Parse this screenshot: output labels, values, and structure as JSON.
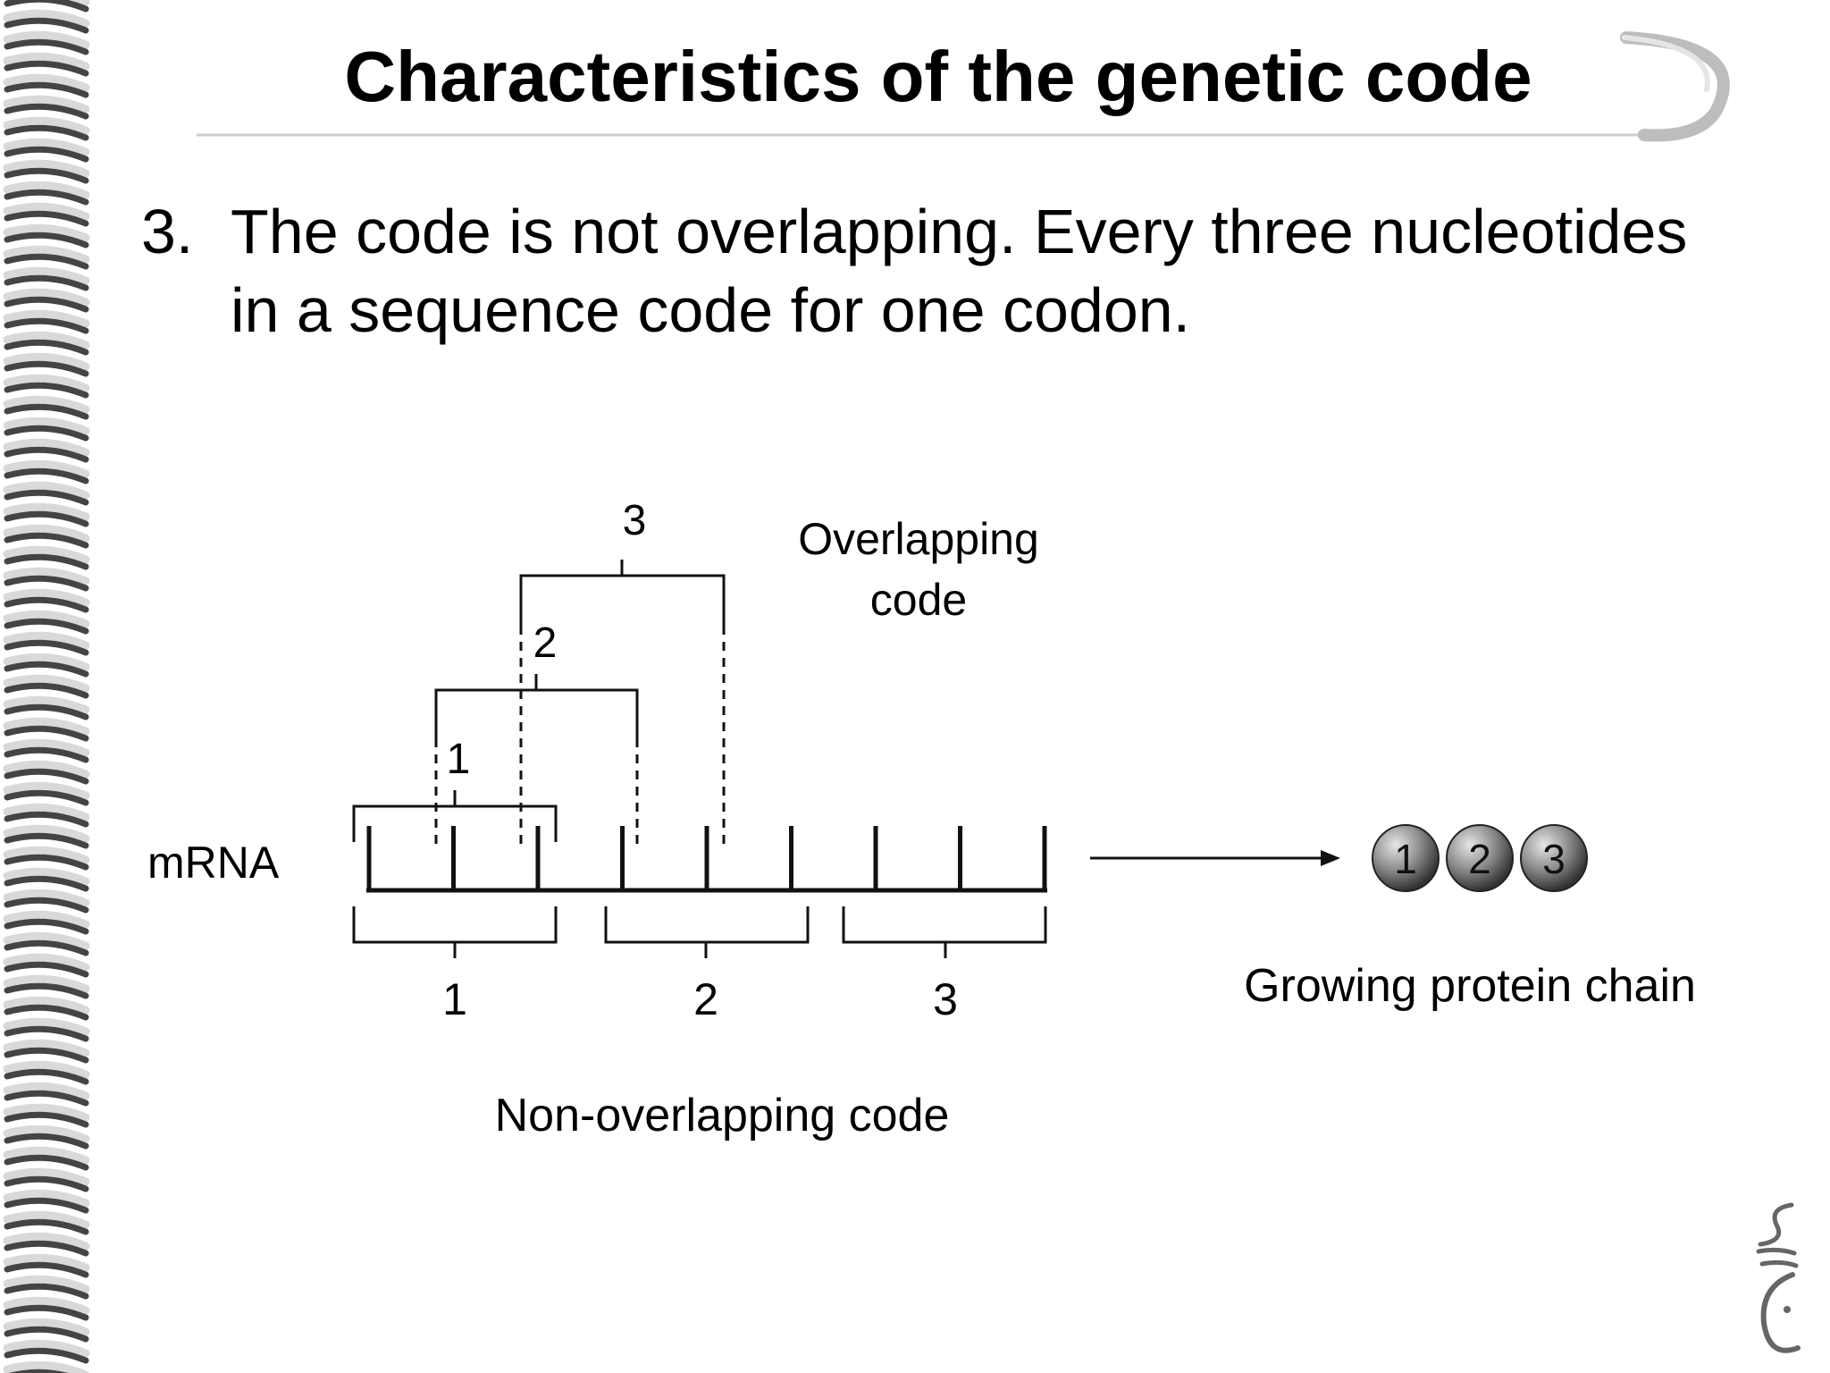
{
  "slide": {
    "title": "Characteristics of the genetic code",
    "bullet": {
      "number": "3.",
      "text": "The code is not overlapping. Every three nucleotides in a sequence code for one codon."
    }
  },
  "diagram": {
    "mrna_label": "mRNA",
    "overlapping": {
      "label_line1": "Overlapping",
      "label_line2": "code",
      "frames": [
        "1",
        "2",
        "3"
      ]
    },
    "non_overlapping": {
      "label": "Non-overlapping code",
      "frames": [
        "1",
        "2",
        "3"
      ]
    },
    "protein": {
      "beads": [
        "1",
        "2",
        "3"
      ],
      "label": "Growing protein chain"
    },
    "nucleotide_count": 9
  },
  "colors": {
    "text": "#000000",
    "line": "#111111",
    "helix_light": "#d9d9d9",
    "helix_dark": "#444444",
    "bead_fill_light": "#e6e6e6",
    "bead_fill_dark": "#333333",
    "title_rule": "#cccccc"
  },
  "icons": {
    "left_border": "dna-helix-border",
    "bottom_right": "calligraphy-logo"
  }
}
